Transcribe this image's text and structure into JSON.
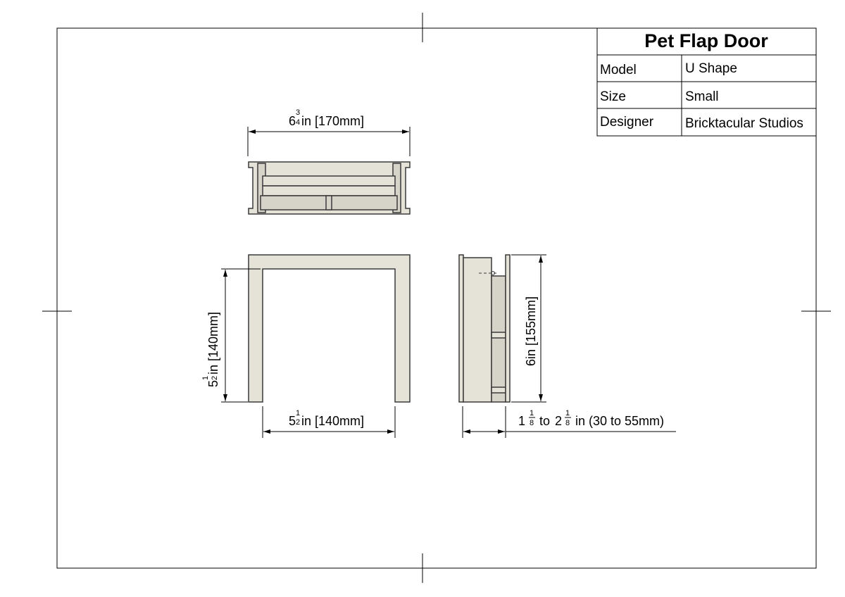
{
  "title_block": {
    "title": "Pet Flap Door",
    "rows": [
      {
        "label": "Model",
        "value": "U Shape"
      },
      {
        "label": "Size",
        "value": "Small"
      },
      {
        "label": "Designer",
        "value": "Bricktacular Studios"
      }
    ]
  },
  "dimensions": {
    "top_width": {
      "whole": "6",
      "num": "3",
      "den": "4",
      "rest": "in [170mm]"
    },
    "front_height": {
      "whole": "5",
      "num": "1",
      "den": "2",
      "rest": "in [140mm]"
    },
    "front_width": {
      "whole": "5",
      "num": "1",
      "den": "2",
      "rest": "in [140mm]"
    },
    "side_height": {
      "text": "6in [155mm]"
    },
    "depth": {
      "a_whole": "1",
      "a_num": "1",
      "a_den": "8",
      "mid": "to",
      "b_whole": "2",
      "b_num": "1",
      "b_den": "8",
      "rest": "in (30 to 55mm)"
    }
  }
}
